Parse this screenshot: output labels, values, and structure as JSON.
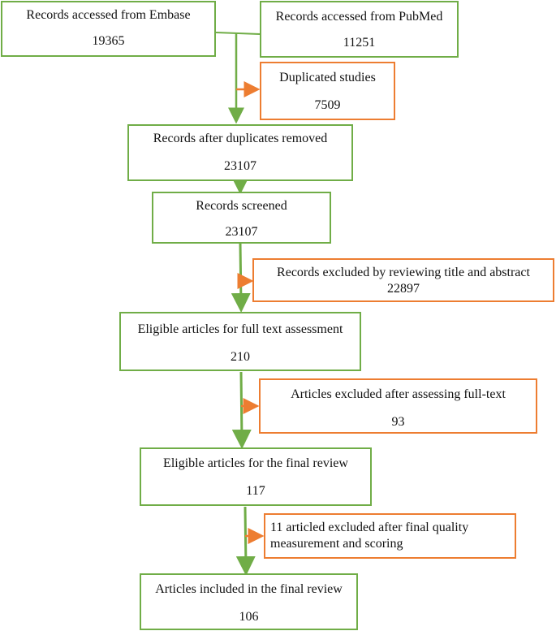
{
  "nodes": {
    "embase": {
      "label": "Records accessed from Embase",
      "value": "19365"
    },
    "pubmed": {
      "label": "Records accessed from PubMed",
      "value": "11251"
    },
    "duplicates": {
      "label": "Duplicated studies",
      "value": "7509"
    },
    "after_dup": {
      "label": "Records after duplicates removed",
      "value": "23107"
    },
    "screened": {
      "label": "Records screened",
      "value": "23107"
    },
    "excl_title": {
      "label": "Records excluded by reviewing title and abstract",
      "value": "22897"
    },
    "eligible_full": {
      "label": "Eligible articles for full text assessment",
      "value": "210"
    },
    "excl_full": {
      "label": "Articles excluded after assessing full-text",
      "value": "93"
    },
    "eligible_final": {
      "label": "Eligible articles for the final review",
      "value": "117"
    },
    "excl_quality": {
      "label": "11 articled excluded after final quality measurement and scoring"
    },
    "included": {
      "label": "Articles included in the final review",
      "value": "106"
    }
  },
  "colors": {
    "flow": "#70ad47",
    "exclusion": "#ed7d31"
  }
}
